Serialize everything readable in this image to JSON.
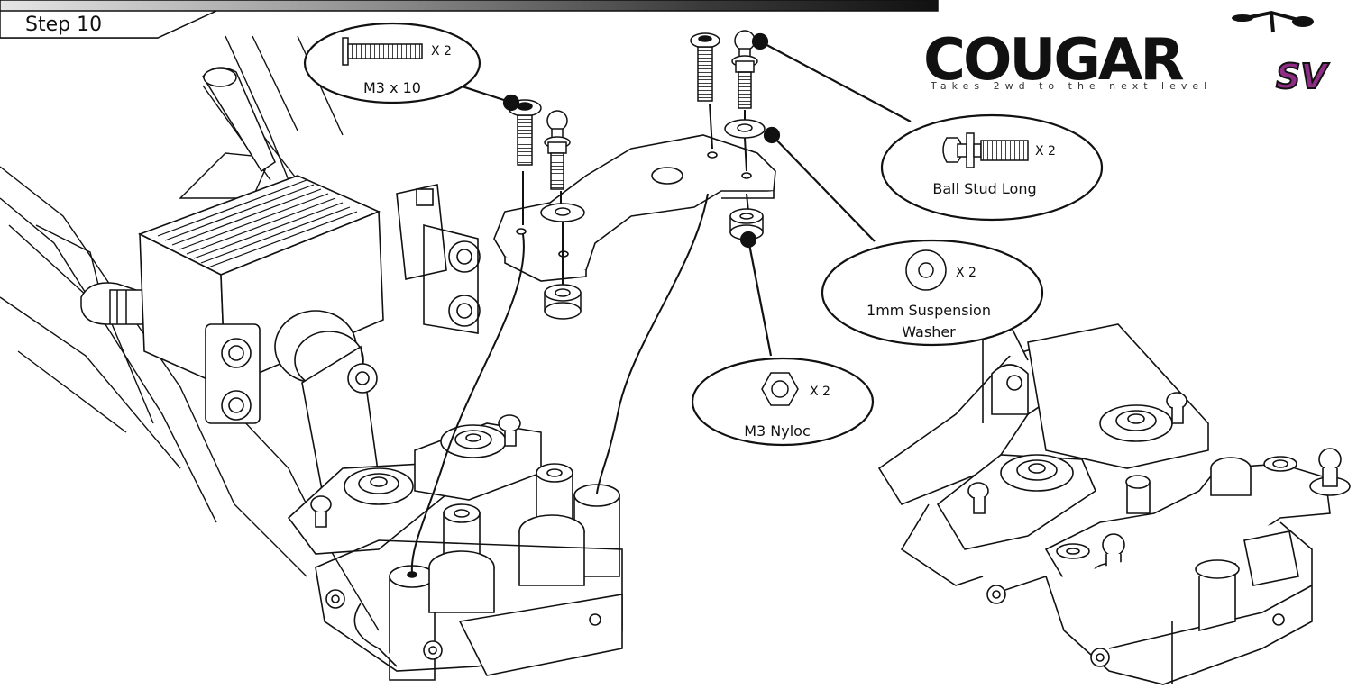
{
  "step": {
    "label": "Step 10"
  },
  "logo": {
    "wordmark": "COUGAR",
    "suffix": "SV",
    "tagline": "Takes 2wd to the next level",
    "suffix_color": "#8e2d83"
  },
  "parts": [
    {
      "name": "M3 x 10",
      "qty": "X 2",
      "icon": "button-head-screw-icon"
    },
    {
      "name": "Ball Stud Long",
      "qty": "X 2",
      "icon": "ball-stud-icon"
    },
    {
      "name": "1mm Suspension Washer",
      "line1": "1mm Suspension",
      "line2": "Washer",
      "qty": "X 2",
      "icon": "washer-icon"
    },
    {
      "name": "M3 Nyloc",
      "qty": "X 2",
      "icon": "nyloc-nut-icon"
    }
  ],
  "colors": {
    "line": "#111111",
    "part_fill": "#ffffff",
    "banner_dark": "#1b1b1b"
  }
}
